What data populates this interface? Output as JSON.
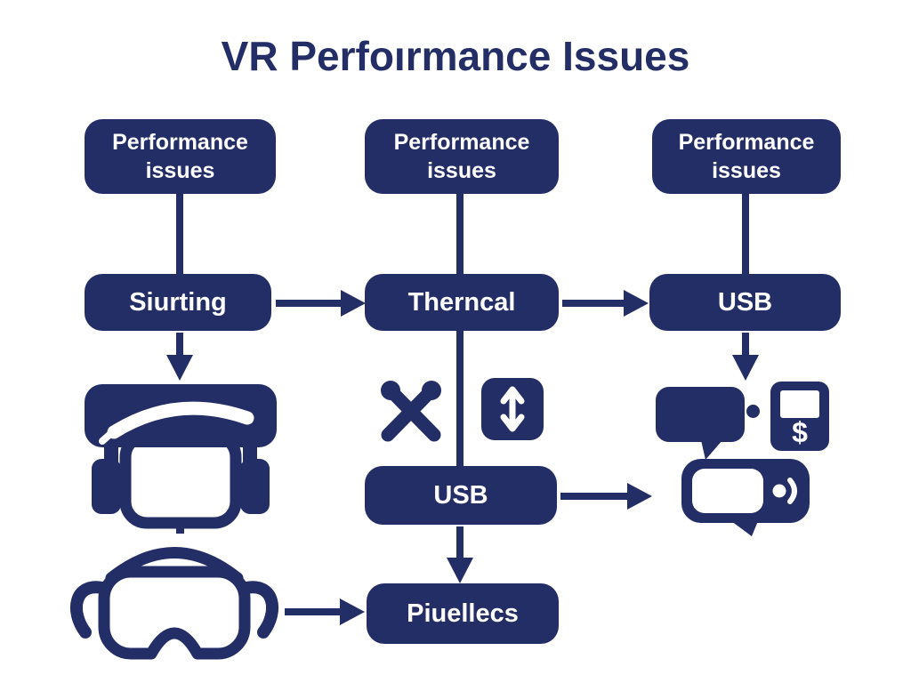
{
  "title": "VR Perfoırmance Issues",
  "colors": {
    "navy": "#242e66",
    "text_on_navy": "#ffffff",
    "background": "#ffffff"
  },
  "flowchart": {
    "left_column": {
      "top_box": "Performance issues",
      "mid_box": "Siurting",
      "icons": [
        "vr-headset-icon",
        "vr-goggles-icon"
      ]
    },
    "middle_column": {
      "top_box": "Performance issues",
      "mid_box": "Therncal",
      "lower_box": "USB",
      "bottom_box": "Piuellecs",
      "icons": [
        "crossed-tools-icon",
        "vertical-resize-icon"
      ]
    },
    "right_column": {
      "top_box": "Performance issues",
      "mid_box": "USB",
      "icons": [
        "speech-bubble-icon",
        "dollar-device-icon",
        "camera-remote-icon"
      ],
      "dollar_symbol": "$"
    }
  }
}
